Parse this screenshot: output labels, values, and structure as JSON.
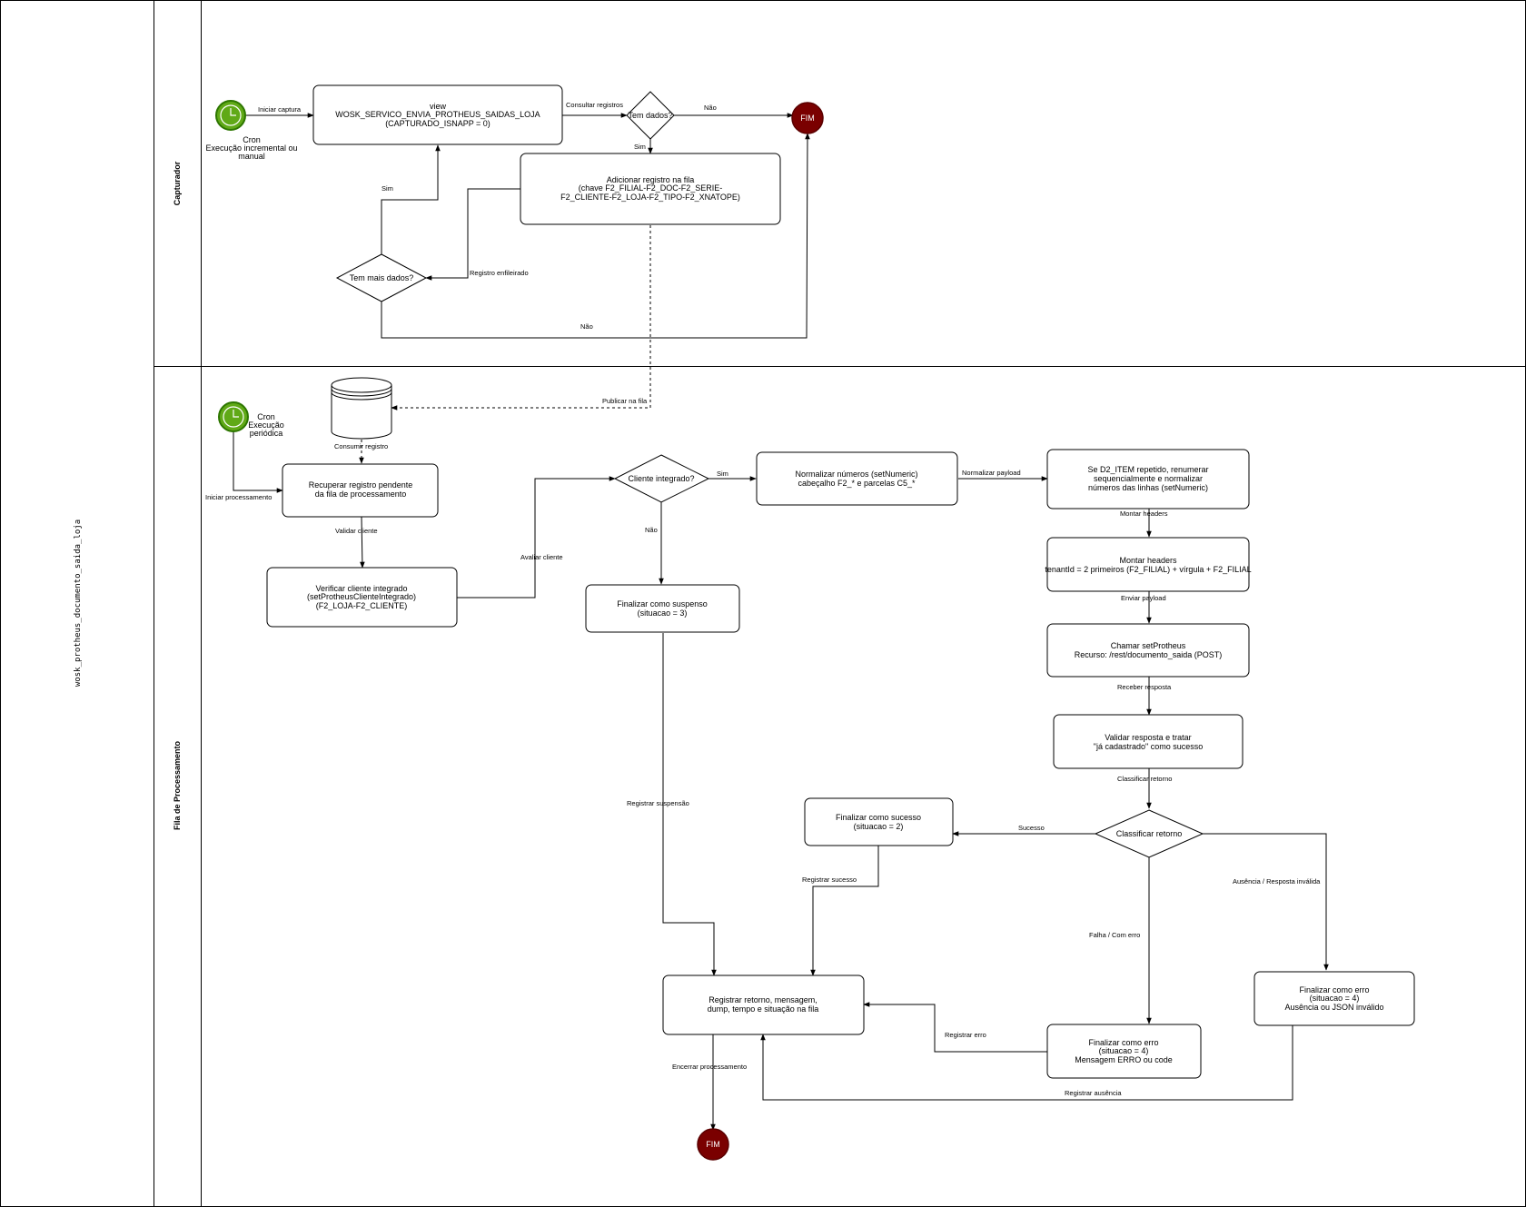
{
  "pool": {
    "title": "wosk_protheus_documento_saida_loja"
  },
  "lanes": {
    "capturador": "Capturador",
    "fila": "Fila de Processamento"
  },
  "events": {
    "cron1": [
      "Cron",
      "Execução incremental ou",
      "manual"
    ],
    "cron2": [
      "Cron",
      "Execução",
      "periódica"
    ],
    "fim": "FIM"
  },
  "nodes": {
    "view": [
      "view",
      "WOSK_SERVICO_ENVIA_PROTHEUS_SAIDAS_LOJA",
      "(CAPTURADO_ISNAPP = 0)"
    ],
    "tem_dados": [
      "Tem dados?"
    ],
    "adicionar": [
      "Adicionar registro na fila",
      "(chave F2_FILIAL-F2_DOC-F2_SERIE-",
      "F2_CLIENTE-F2_LOJA-F2_TIPO-F2_XNATOPE)"
    ],
    "tem_mais": [
      "Tem mais dados?"
    ],
    "recuperar": [
      "Recuperar registro pendente",
      "da fila de processamento"
    ],
    "verificar": [
      "Verificar cliente integrado",
      "(setProtheusClienteIntegrado)",
      "(F2_LOJA-F2_CLIENTE)"
    ],
    "cliente_integrado": [
      "Cliente integrado?"
    ],
    "suspenso": [
      "Finalizar como suspenso",
      "(situacao = 3)"
    ],
    "normalizar": [
      "Normalizar números (setNumeric)",
      "cabeçalho F2_* e parcelas C5_*"
    ],
    "d2_item": [
      "Se D2_ITEM repetido, renumerar",
      "sequencialmente e normalizar",
      "números das linhas (setNumeric)"
    ],
    "headers": [
      "Montar headers",
      "tenantId = 2 primeiros (F2_FILIAL) + vírgula + F2_FILIAL"
    ],
    "chamar": [
      "Chamar setProtheus",
      "Recurso: /rest/documento_saida (POST)"
    ],
    "validar": [
      "Validar resposta e tratar",
      "\"já cadastrado\" como sucesso"
    ],
    "classificar": [
      "Classificar retorno"
    ],
    "sucesso": [
      "Finalizar como sucesso",
      "(situacao = 2)"
    ],
    "registrar": [
      "Registrar retorno, mensagem,",
      "dump, tempo e situação na fila"
    ],
    "erro_code": [
      "Finalizar como erro",
      "(situacao = 4)",
      "Mensagem ERRO ou code"
    ],
    "erro_json": [
      "Finalizar como erro",
      "(situacao = 4)",
      "Ausência ou JSON inválido"
    ]
  },
  "edges": {
    "iniciar_captura": "Iniciar captura",
    "consultar_registros": "Consultar registros",
    "nao_1": "Não",
    "sim_1": "Sim",
    "sim_2": "Sim",
    "registro_enfileirado": "Registro enfileirado",
    "nao_2": "Não",
    "publicar_fila": "Publicar na fila",
    "consumir_registro": "Consumir registro",
    "iniciar_processamento": "Iniciar processamento",
    "validar_cliente": "Validar cliente",
    "avaliar_cliente": "Avaliar cliente",
    "sim_3": "Sim",
    "nao_3": "Não",
    "normalizar_payload": "Normalizar payload",
    "montar_headers": "Montar headers",
    "enviar_payload": "Enviar payload",
    "receber_resposta": "Receber resposta",
    "classificar_retorno": "Classificar retorno",
    "sucesso": "Sucesso",
    "ausencia": "Ausência / Resposta inválida",
    "falha": "Falha / Com erro",
    "registrar_suspensao": "Registrar suspensão",
    "registrar_sucesso": "Registrar sucesso",
    "registrar_erro": "Registrar erro",
    "registrar_ausencia": "Registrar ausência",
    "encerrar": "Encerrar processamento"
  },
  "colors": {
    "start_fill": "#60a917",
    "start_stroke": "#2d7600",
    "end_fill": "#7a0000",
    "end_stroke": "#5a0000"
  },
  "icons": {
    "start": "clock-icon",
    "queue": "database-icon"
  }
}
